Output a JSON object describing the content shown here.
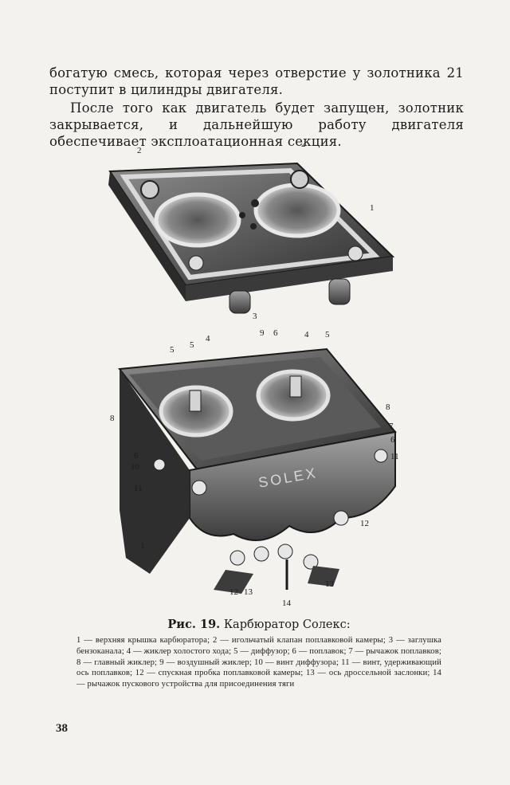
{
  "text": {
    "para1": "богатую смесь, которая через отверстие у золотника 21 поступит в цилиндры двигателя.",
    "para2": "После того как двигатель будет запущен, золотник закрывается, и дальнейшую работу двигателя обеспечивает эксплоатационная секция."
  },
  "figure": {
    "top_labels": [
      "2",
      "2",
      "1",
      "3"
    ],
    "bottom_labels": [
      "5",
      "5",
      "4",
      "9",
      "6",
      "4",
      "5",
      "8",
      "8",
      "7",
      "6",
      "6",
      "10",
      "11",
      "11",
      "12",
      "1",
      "12",
      "13",
      "14",
      "13"
    ],
    "brand": "SOLEX"
  },
  "caption": {
    "title_bold": "Рис. 19.",
    "title_rest": " Карбюратор Солекс:",
    "body": "1 — верхняя крышка карбюратора; 2 — игольчатый клапан поплавковой камеры; 3 — заглушка бензоканала; 4 — жиклер холостого хода; 5 — диффузор; 6 — поплавок; 7 — рычажок поплавков; 8 — главный жиклер; 9 — воздушный жиклер; 10 — винт диффузора; 11 — винт, удерживающий ось поплавков; 12 — спускная пробка поплавковой камеры; 13 — ось дроссельной заслонки; 14 — рычажок пускового устройства для присоединения тяги"
  },
  "page_number": "38"
}
